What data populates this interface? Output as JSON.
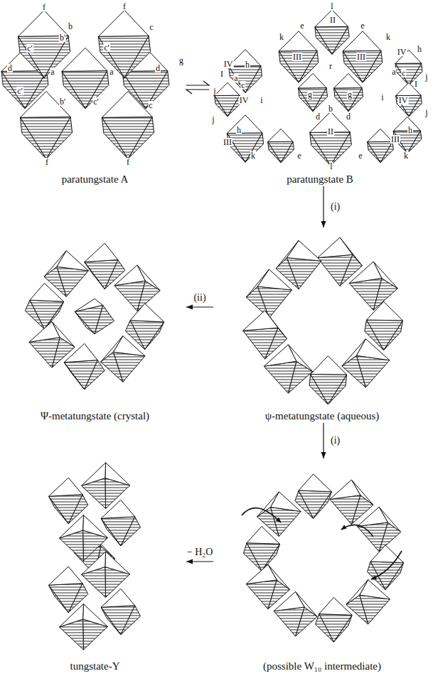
{
  "diagram": {
    "nodes": [
      {
        "text": [
          "paratungstate A"
        ]
      },
      {
        "text": [
          "paratungstate B"
        ]
      },
      {
        "text": [
          "Ψ-metatungstate (crystal)"
        ]
      },
      {
        "text": [
          "ψ-metatungstate (aqueous)"
        ]
      },
      {
        "text": [
          "tungstate-Y"
        ]
      },
      {
        "text": [
          "(possible W₁₀ intermediate)"
        ]
      }
    ],
    "edges": [
      {
        "from": 0,
        "to": 1,
        "arrow": "both"
      },
      {
        "from": 1,
        "to": 3,
        "label": "(i)",
        "arrow": "to"
      },
      {
        "from": 3,
        "to": 2,
        "label": "(ii)",
        "arrow": "to"
      },
      {
        "from": 3,
        "to": 5,
        "label": "(i)",
        "arrow": "to"
      },
      {
        "from": 5,
        "to": 4,
        "label": "− H₂O",
        "arrow": "to"
      }
    ],
    "labels": [
      "f",
      "b",
      "f",
      "c",
      "b'",
      "c'",
      "c'",
      "d",
      "a",
      "a",
      "d",
      "g",
      "c'",
      "b'",
      "c'",
      "c",
      "f",
      "f",
      "l",
      "II",
      "e",
      "e",
      "k",
      "k",
      "IV",
      "h",
      "III",
      "r",
      "III",
      "IV",
      "h",
      "I",
      "a",
      "c",
      "a",
      "c",
      "j",
      "I",
      "j",
      "IV",
      "i",
      "g",
      "g",
      "i",
      "IV",
      "b",
      "d",
      "d",
      "j",
      "j",
      "h",
      "h",
      "III",
      "II",
      "III",
      "k",
      "e",
      "e",
      "k",
      "l"
    ]
  }
}
